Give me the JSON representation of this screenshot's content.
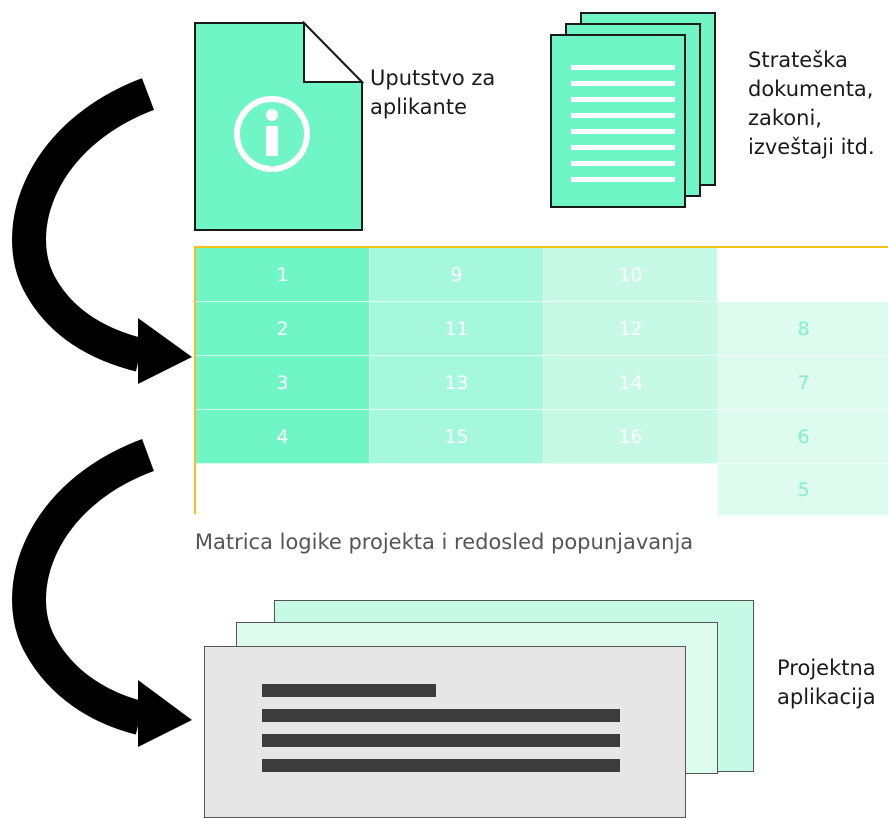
{
  "documents": {
    "guide_label": "Uputstvo za aplikante",
    "guide_label_lines": [
      "Uputstvo za",
      "aplikante"
    ],
    "strategy_label_lines": [
      "Strateška",
      "dokumenta,",
      "zakoni,",
      "izveštaji itd."
    ]
  },
  "matrix": {
    "caption": "Matrica logike projekta i redosled popunjavanja",
    "rows": [
      [
        "1",
        "9",
        "10",
        ""
      ],
      [
        "2",
        "11",
        "12",
        "8"
      ],
      [
        "3",
        "13",
        "14",
        "7"
      ],
      [
        "4",
        "15",
        "16",
        "6"
      ],
      [
        "",
        "",
        "",
        "5"
      ]
    ]
  },
  "application": {
    "label_lines": [
      "Projektna",
      "aplikacija"
    ]
  },
  "colors": {
    "doc_fill": "#6ff5c6",
    "matrix_border": "#f2c218",
    "arrow": "#000000",
    "app_front": "#e6e6e6"
  }
}
